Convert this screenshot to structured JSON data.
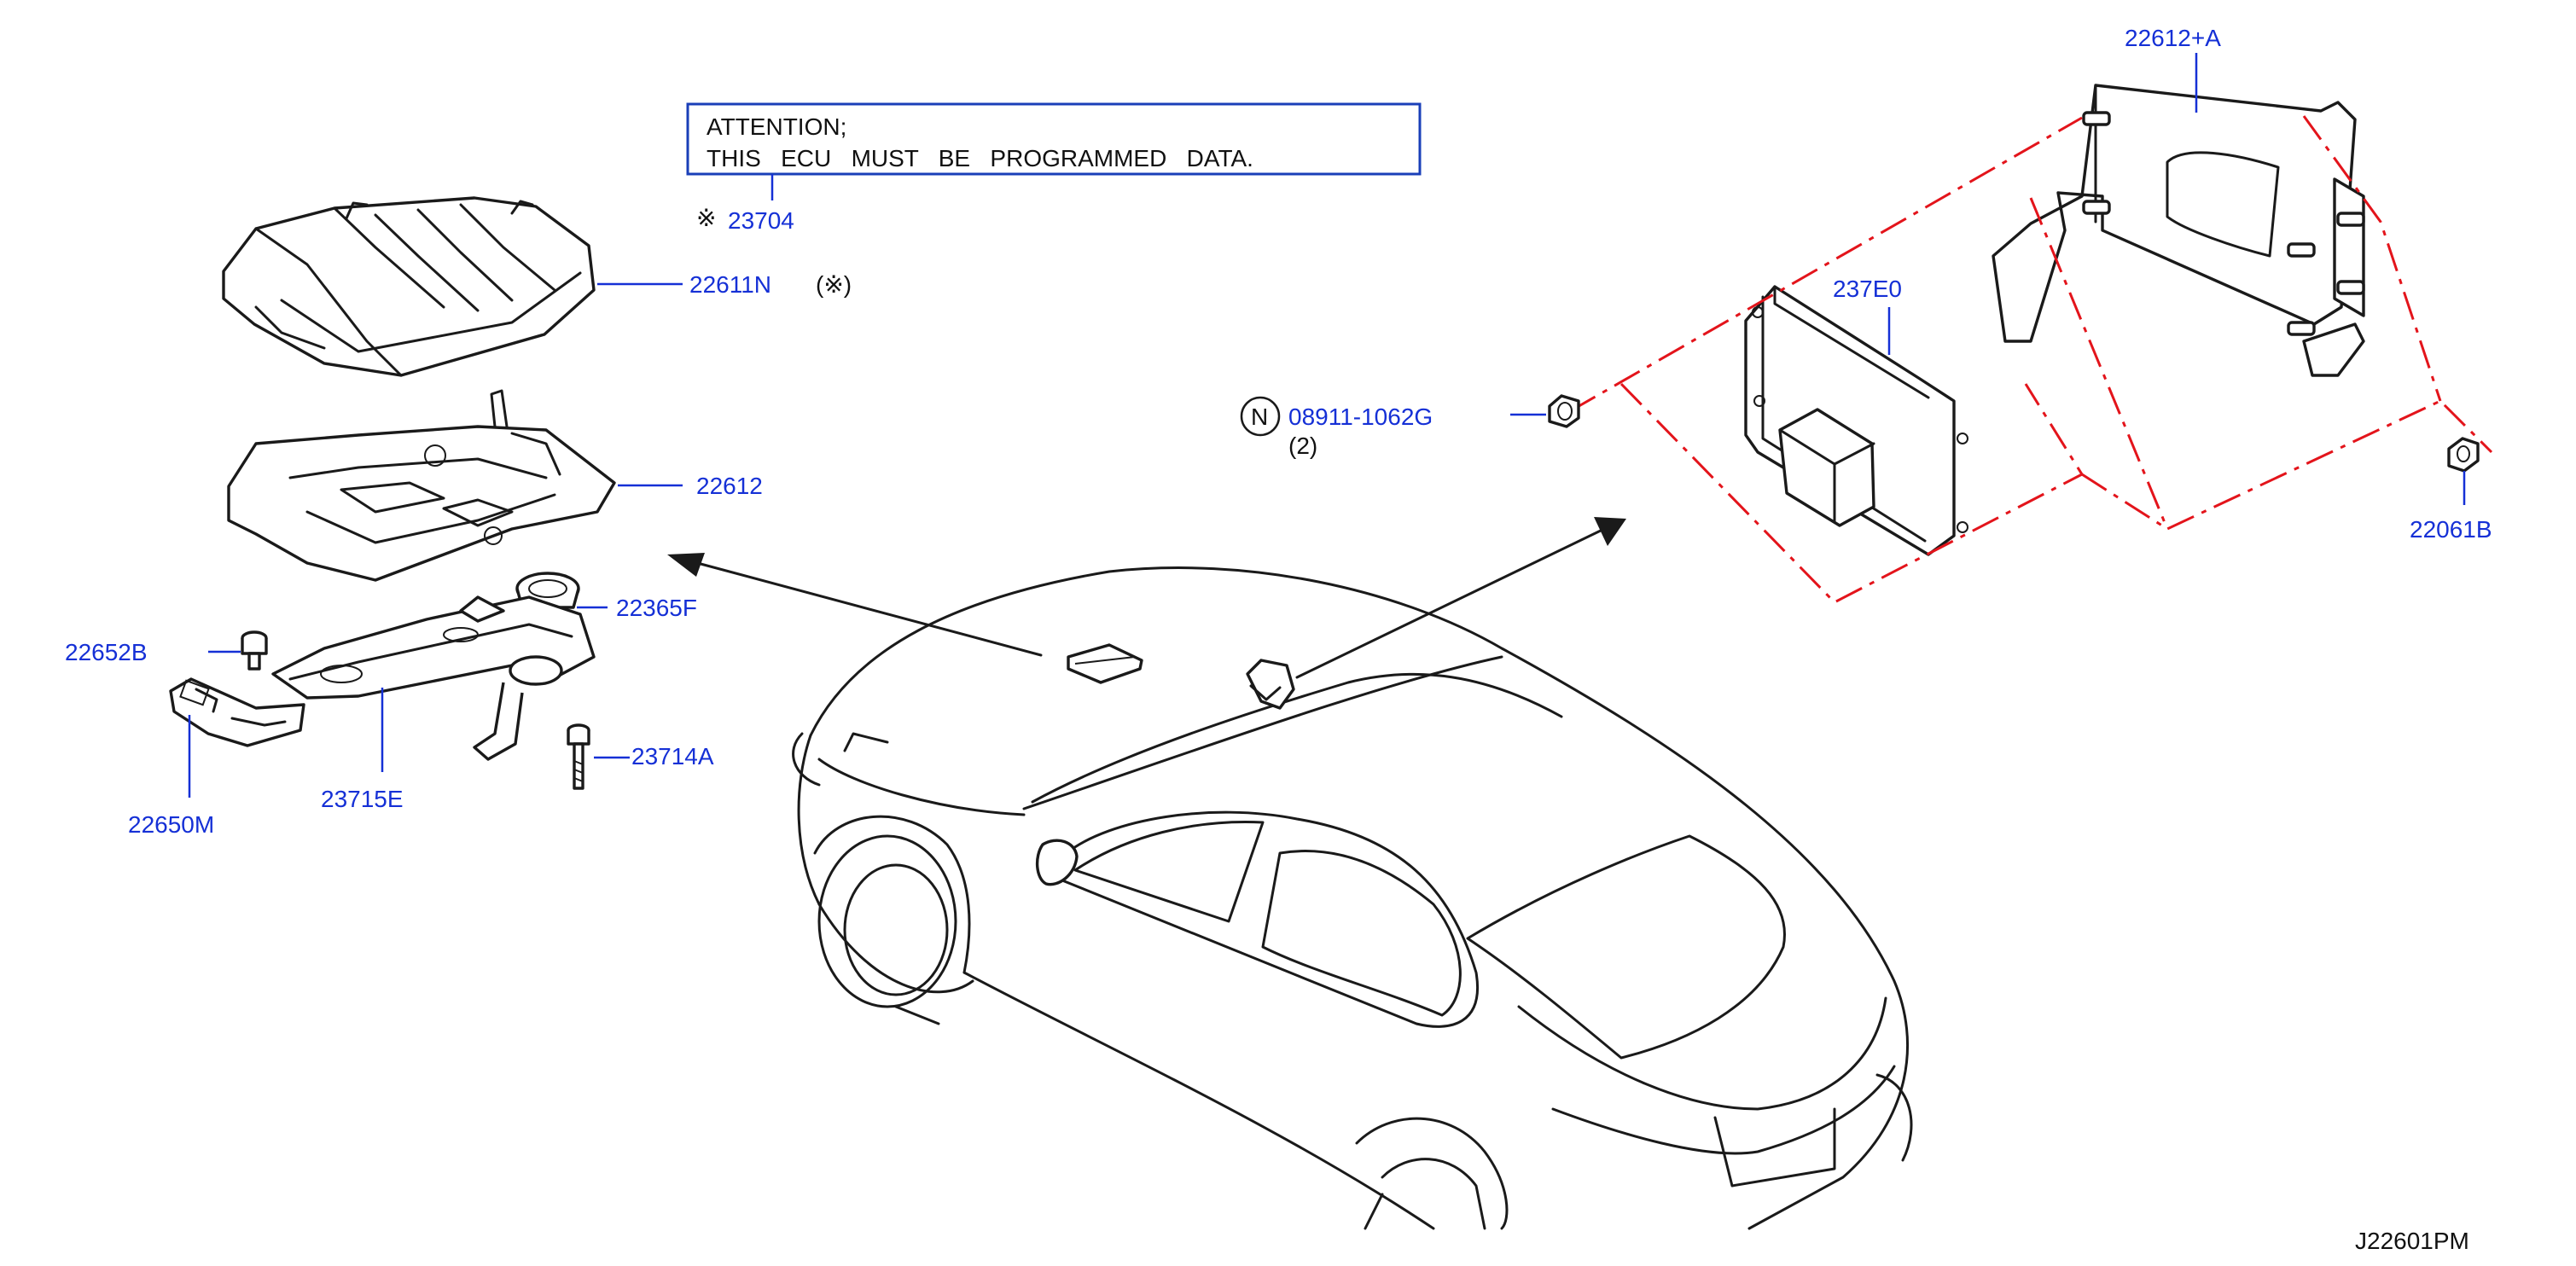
{
  "attention": {
    "line1": "ATTENTION;",
    "line2": "THIS   ECU   MUST   BE   PROGRAMMED   DATA."
  },
  "parts": {
    "p23704": {
      "prefix": "※",
      "number": "23704"
    },
    "p22611N": {
      "number": "22611N",
      "note": "(※)"
    },
    "p22612": {
      "number": "22612"
    },
    "p22365F": {
      "number": "22365F"
    },
    "p22652B": {
      "number": "22652B"
    },
    "p23714A": {
      "number": "23714A"
    },
    "p22650M": {
      "number": "22650M"
    },
    "p23715E": {
      "number": "23715E"
    },
    "p22612A": {
      "number": "22612+A"
    },
    "p237E0": {
      "number": "237E0"
    },
    "p08911": {
      "symbol": "N",
      "number": "08911-1062G",
      "qty": "(2)"
    },
    "p22061B": {
      "number": "22061B"
    }
  },
  "diagram_code": "J22601PM",
  "colors": {
    "label": "#1530d6",
    "dashed_lines": "#e3141b",
    "outline": "#1a1a1a"
  }
}
